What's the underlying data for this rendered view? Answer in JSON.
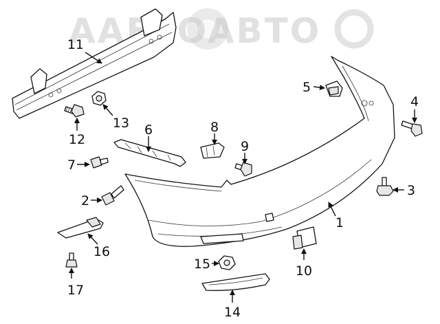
{
  "watermark": "AAETOABTO",
  "callouts": [
    {
      "id": "c1",
      "label": "1"
    },
    {
      "id": "c2",
      "label": "2"
    },
    {
      "id": "c3",
      "label": "3"
    },
    {
      "id": "c4",
      "label": "4"
    },
    {
      "id": "c5",
      "label": "5"
    },
    {
      "id": "c6",
      "label": "6"
    },
    {
      "id": "c7",
      "label": "7"
    },
    {
      "id": "c8",
      "label": "8"
    },
    {
      "id": "c9",
      "label": "9"
    },
    {
      "id": "c10",
      "label": "10"
    },
    {
      "id": "c11",
      "label": "11"
    },
    {
      "id": "c12",
      "label": "12"
    },
    {
      "id": "c13",
      "label": "13"
    },
    {
      "id": "c14",
      "label": "14"
    },
    {
      "id": "c15",
      "label": "15"
    },
    {
      "id": "c16",
      "label": "16"
    },
    {
      "id": "c17",
      "label": "17"
    }
  ]
}
